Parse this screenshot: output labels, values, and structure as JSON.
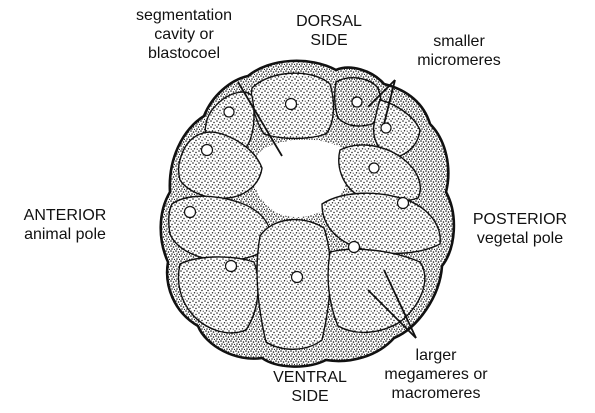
{
  "labels": {
    "segmentation": [
      "segmentation",
      "cavity or",
      "blastocoel"
    ],
    "dorsal": [
      "DORSAL",
      "SIDE"
    ],
    "smaller": [
      "smaller",
      "micromeres"
    ],
    "anterior": [
      "ANTERIOR",
      "animal pole"
    ],
    "posterior": [
      "POSTERIOR",
      "vegetal pole"
    ],
    "ventral": [
      "VENTRAL",
      "SIDE"
    ],
    "larger": [
      "larger",
      "megameres or",
      "macromeres"
    ]
  },
  "colors": {
    "ink": "#111111",
    "cell_fill": "#ffffff",
    "background": "#ffffff"
  }
}
